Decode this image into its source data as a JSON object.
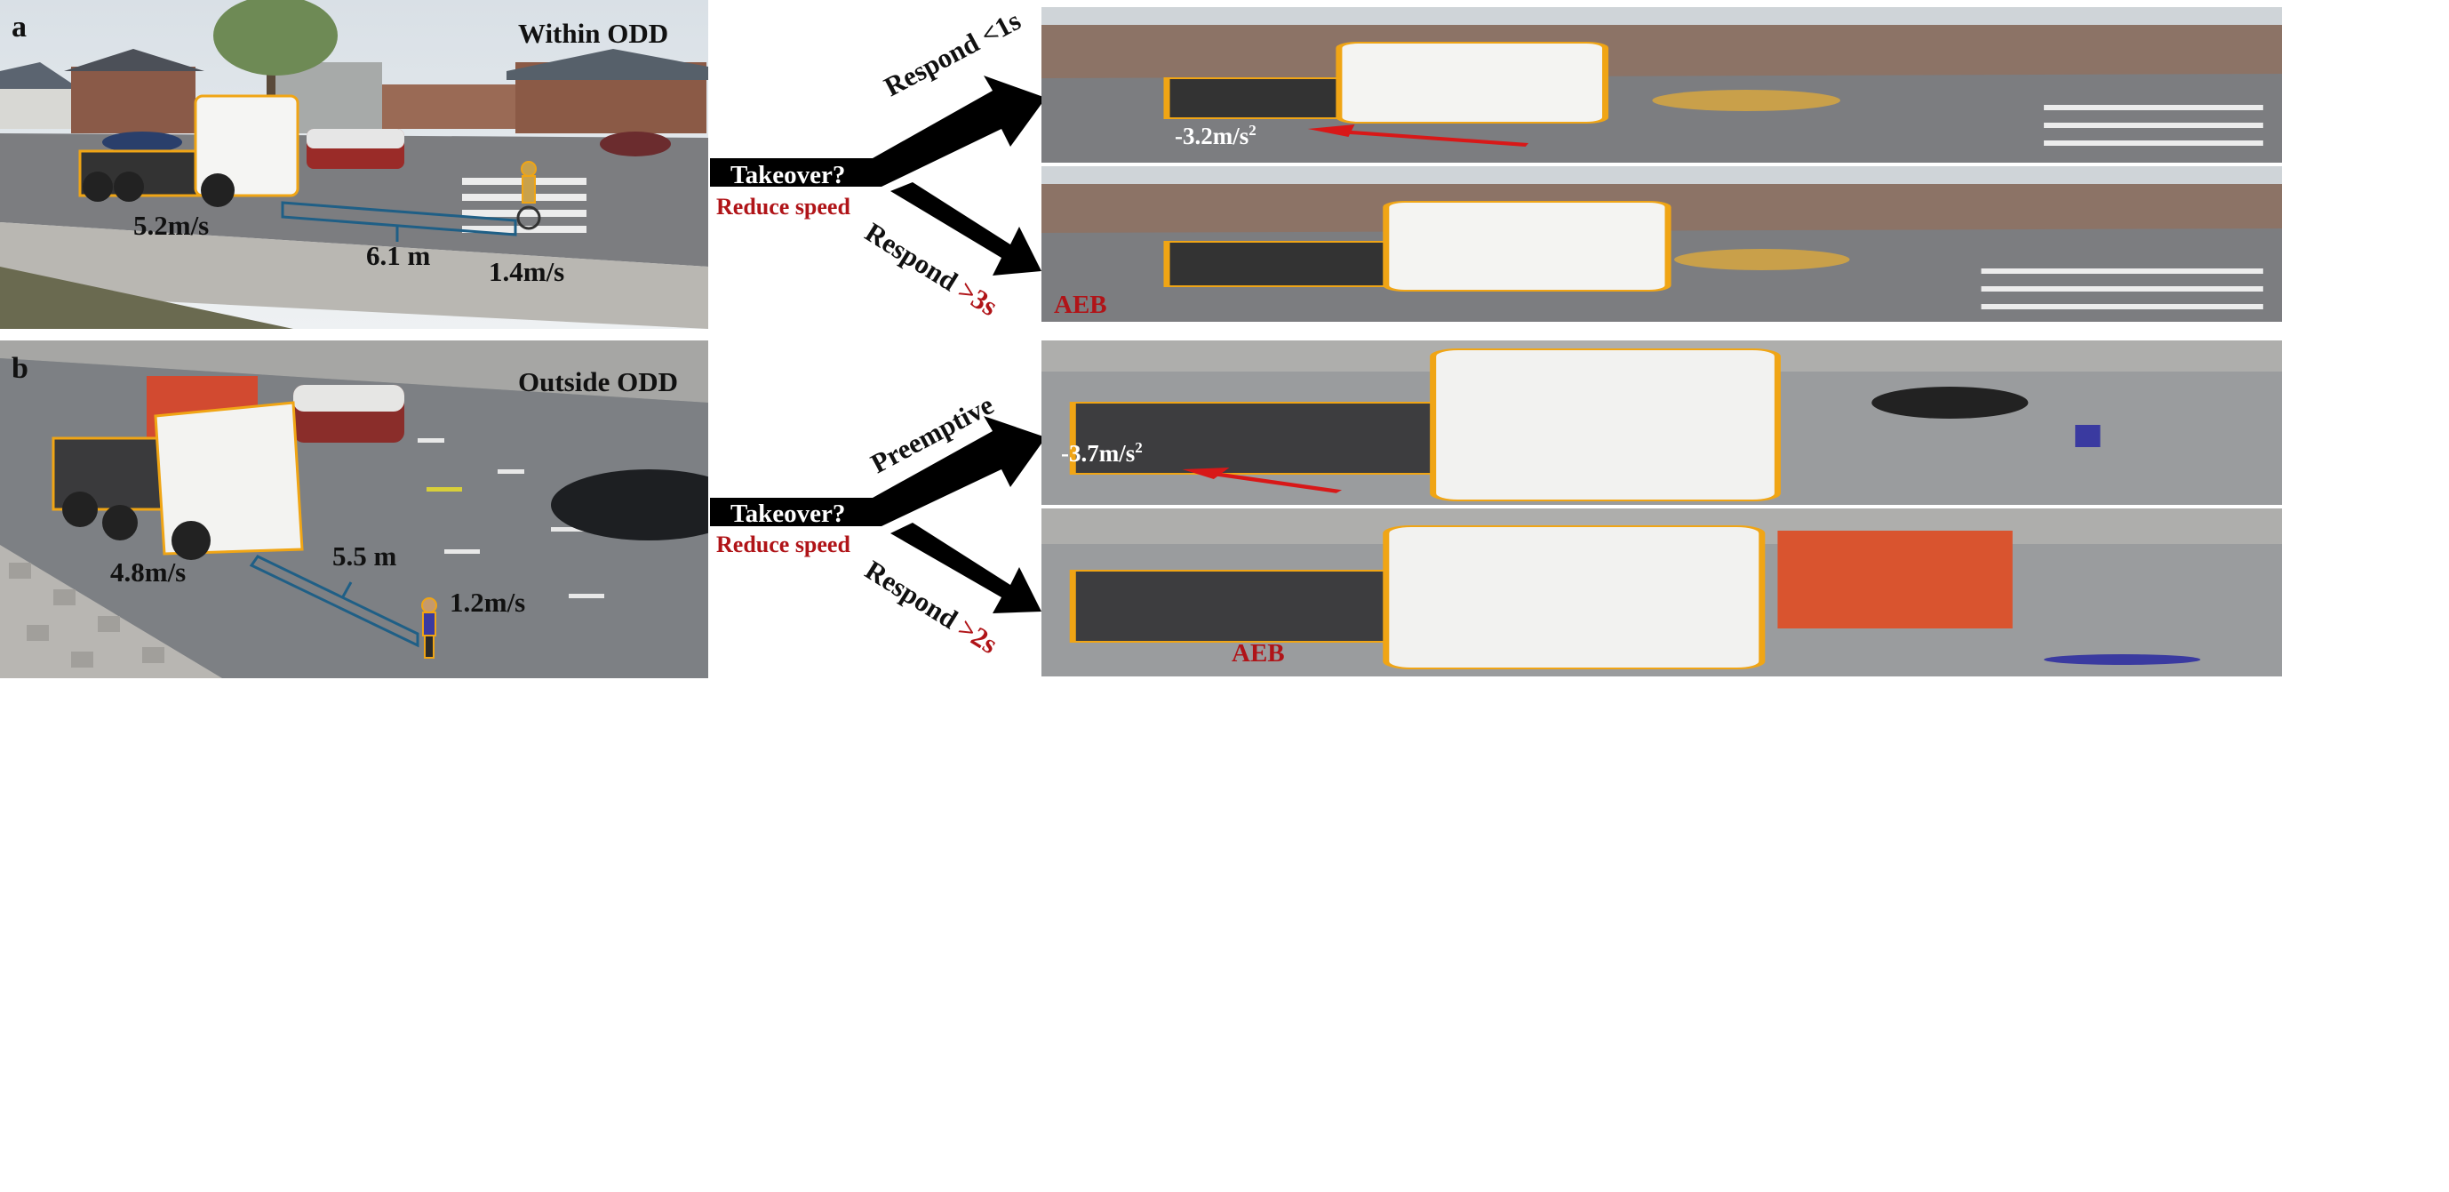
{
  "panel_a": {
    "letter": "a",
    "title": "Within ODD",
    "truck_speed": "5.2m/s",
    "distance": "6.1 m",
    "cyclist_speed": "1.4m/s"
  },
  "panel_b": {
    "letter": "b",
    "title": "Outside ODD",
    "truck_speed": "4.8m/s",
    "distance": "5.5 m",
    "pedestrian_speed": "1.2m/s"
  },
  "flow_a": {
    "takeover": "Takeover?",
    "reduce_speed": "Reduce speed",
    "upper_label": "Respond <1s",
    "upper_decel": "-3.2m/s",
    "lower_label": "Respond ",
    "lower_time": ">3s",
    "lower_result": "AEB"
  },
  "flow_b": {
    "takeover": "Takeover?",
    "reduce_speed": "Reduce speed",
    "upper_label": "Preemptive",
    "upper_decel": "-3.7m/s",
    "lower_label": "Respond ",
    "lower_time": ">2s",
    "lower_result": "AEB"
  },
  "exponent": "2",
  "colors": {
    "text_red": "#b01418",
    "highlight_outline": "#f0a515",
    "distance_bracket": "#1f5f86",
    "decel_arrow": "#d81818"
  }
}
